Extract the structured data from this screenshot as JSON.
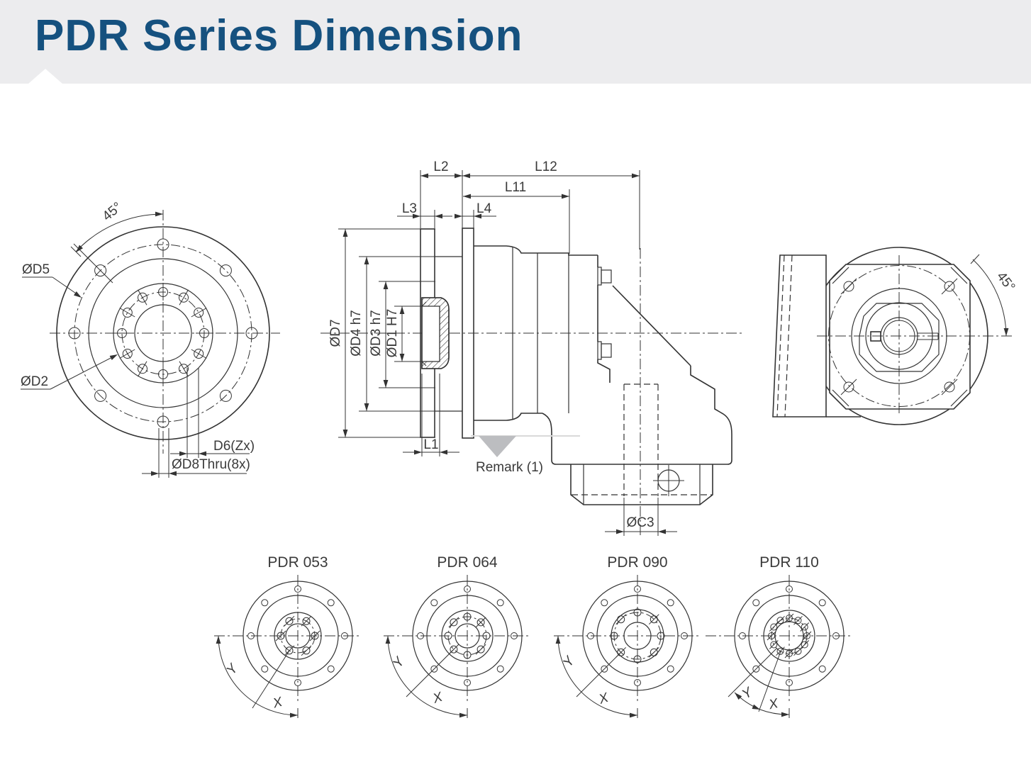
{
  "header": {
    "title": "PDR Series Dimension"
  },
  "colors": {
    "header_bg": "#ececee",
    "title_blue": "#15517f",
    "line": "#333333",
    "remark_gray": "#bcbdc0"
  },
  "front_view": {
    "angle_label": "45°",
    "d5": "ØD5",
    "d2": "ØD2",
    "d6": "D6(Zx)",
    "d8": "ØD8Thru(8x)"
  },
  "side_view": {
    "l1": "L1",
    "l2": "L2",
    "l3": "L3",
    "l4": "L4",
    "l11": "L11",
    "l12": "L12",
    "d7": "ØD7",
    "d4": "ØD4 h7",
    "d3": "ØD3 h7",
    "d1": "ØD1 H7",
    "c3": "ØC3",
    "remark": "Remark (1)"
  },
  "rear_view": {
    "angle_label": "45°"
  },
  "variants": [
    {
      "name": "PDR 053",
      "x": "X",
      "y": "Y"
    },
    {
      "name": "PDR 064",
      "x": "X",
      "y": "Y"
    },
    {
      "name": "PDR 090",
      "x": "X",
      "y": "Y"
    },
    {
      "name": "PDR 110",
      "x": "X",
      "y": "Y"
    }
  ]
}
